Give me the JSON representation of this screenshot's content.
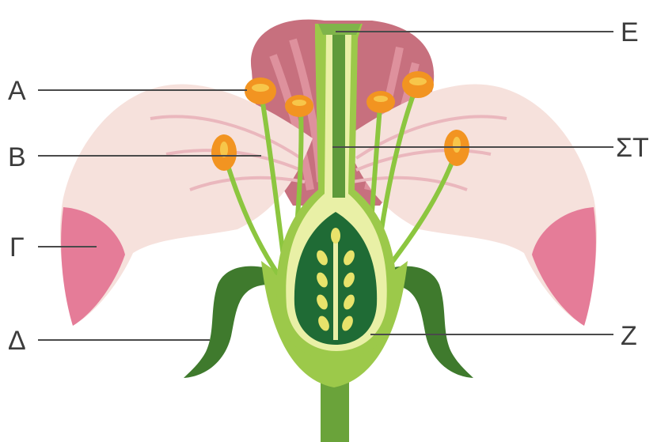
{
  "diagram": {
    "labels": {
      "a": "Α",
      "b": "Β",
      "g": "Γ",
      "d": "Δ",
      "e": "Ε",
      "st": "ΣΤ",
      "z": "Ζ"
    },
    "colors": {
      "petal_light": "#f6e1dc",
      "petal_pink": "#e57c98",
      "back_petal": "#c7707e",
      "sepal": "#3f7a2d",
      "filament": "#8cc63f",
      "anther": "#f29421",
      "ovary_wall": "#e9f0a6",
      "ovary_inside": "#1f6b35",
      "ovule": "#e8e36b",
      "stem": "#6aa33a",
      "receptacle": "#9cc94a",
      "line": "#4a4a4a"
    }
  }
}
